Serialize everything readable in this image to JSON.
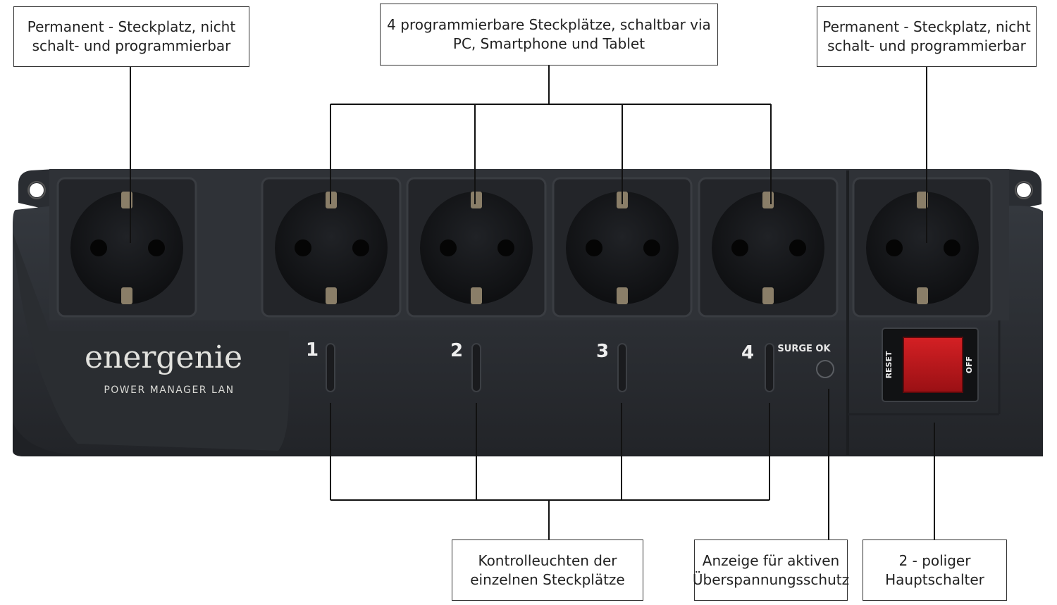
{
  "labels": {
    "permanent_left": [
      "Permanent - Steckplatz, nicht",
      "schalt- und programmierbar"
    ],
    "programmable": [
      "4 programmierbare Steckplätze, schaltbar via",
      "PC, Smartphone und Tablet"
    ],
    "permanent_right": [
      "Permanent - Steckplatz, nicht",
      "schalt- und programmierbar"
    ],
    "control_lights": [
      "Kontrolleuchten der",
      "einzelnen Steckplätze"
    ],
    "surge_indicator": [
      "Anzeige für aktiven",
      "Überspannungsschutz"
    ],
    "main_switch": [
      "2 - poliger",
      "Hauptschalter"
    ]
  },
  "device": {
    "brand": "energenie",
    "model": "POWER MANAGER LAN",
    "socket_numbers": [
      "1",
      "2",
      "3",
      "4"
    ],
    "surge_label": "SURGE OK",
    "switch_reset": "RESET",
    "switch_off": "OFF"
  },
  "colors": {
    "body": "#2b2e33",
    "socket": "#1a1c1f",
    "switch_red": "#c0181c",
    "line": "#111111"
  }
}
